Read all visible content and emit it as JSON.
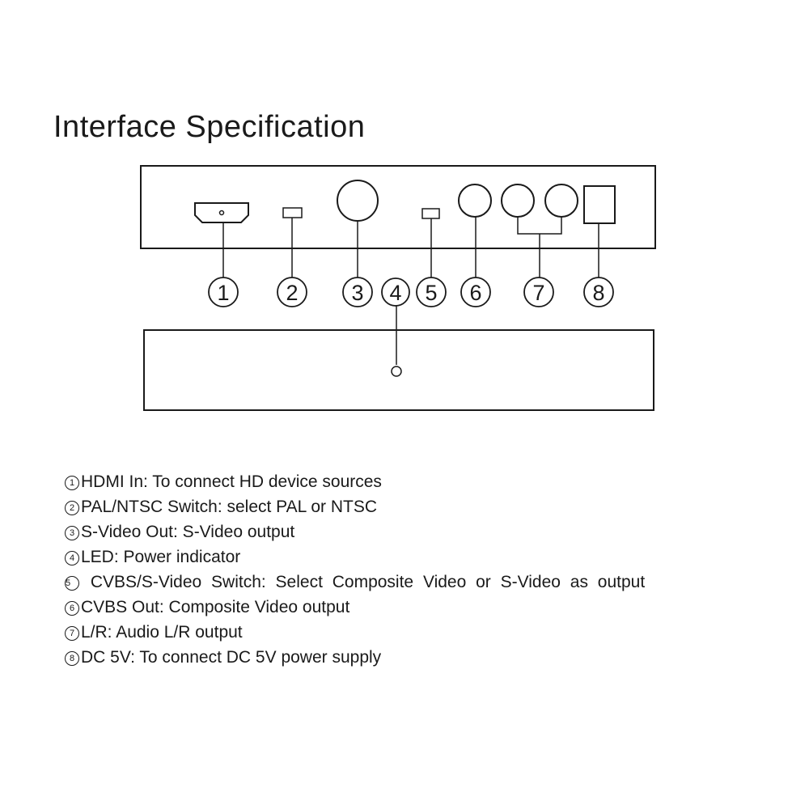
{
  "title": "Interface Specification",
  "callouts": [
    "1",
    "2",
    "3",
    "4",
    "5",
    "6",
    "7",
    "8"
  ],
  "legend": [
    {
      "num": "1",
      "text": "HDMI In: To connect HD device sources"
    },
    {
      "num": "2",
      "text": "PAL/NTSC Switch: select PAL or NTSC"
    },
    {
      "num": "3",
      "text": "S-Video Out: S-Video output"
    },
    {
      "num": "4",
      "text": "LED: Power indicator"
    },
    {
      "num": "5",
      "text": " CVBS/S-Video Switch: Select Composite Video or S-Video as output"
    },
    {
      "num": "6",
      "text": "CVBS Out: Composite Video output"
    },
    {
      "num": "7",
      "text": "L/R: Audio L/R output"
    },
    {
      "num": "8",
      "text": "DC 5V: To connect DC 5V power supply"
    }
  ]
}
